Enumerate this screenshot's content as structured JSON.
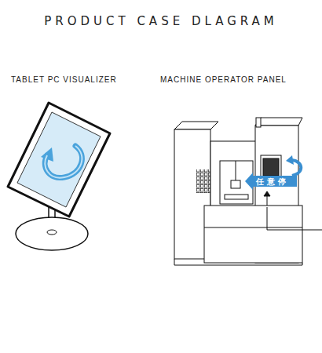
{
  "diagram": {
    "title": "PRODUCT CASE DLAGRAM",
    "labels": [
      "TABLET PC VISUALIZER",
      "MACHINE OPERATOR PANEL",
      "任意停"
    ]
  }
}
